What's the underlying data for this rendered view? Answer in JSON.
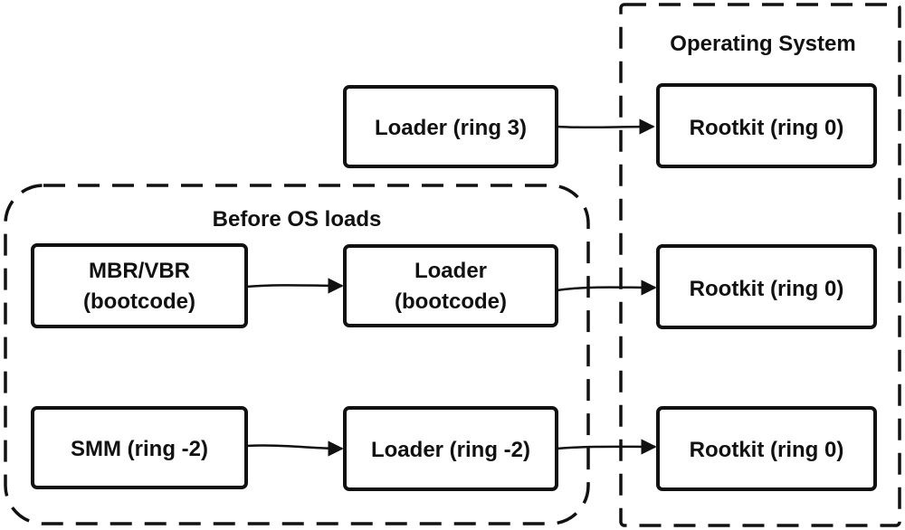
{
  "groups": {
    "os": {
      "label": "Operating System"
    },
    "before_os": {
      "label": "Before OS loads"
    }
  },
  "nodes": {
    "loader_ring3": {
      "label": "Loader (ring 3)"
    },
    "rootkit_top": {
      "label": "Rootkit (ring 0)"
    },
    "mbr_vbr": {
      "line1": "MBR/VBR",
      "line2": "(bootcode)"
    },
    "loader_bootcode": {
      "line1": "Loader",
      "line2": "(bootcode)"
    },
    "rootkit_mid": {
      "label": "Rootkit (ring 0)"
    },
    "smm": {
      "label": "SMM (ring -2)"
    },
    "loader_ring_minus2": {
      "label": "Loader (ring -2)"
    },
    "rootkit_bottom": {
      "label": "Rootkit (ring 0)"
    }
  }
}
